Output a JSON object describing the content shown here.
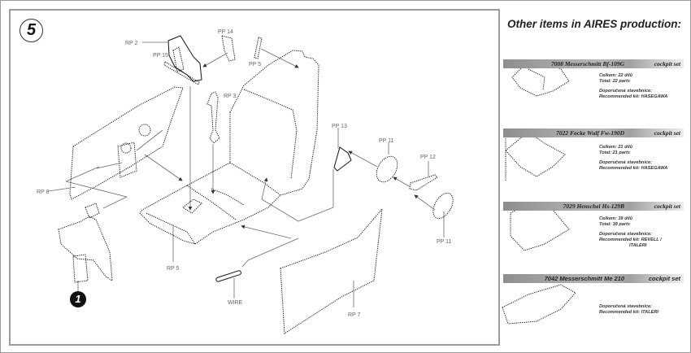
{
  "document": {
    "step_number": "5",
    "callout_number": "1",
    "part_labels": {
      "rp2": "RP 2",
      "pp15": "PP 15",
      "pp14": "PP 14",
      "pp5": "PP 5",
      "rp3": "RP 3",
      "rp8": "RP 8",
      "rp5": "RP 5",
      "pp13": "PP 13",
      "pp11_top": "PP 11",
      "pp12": "PP 12",
      "pp11_bottom": "PP 11",
      "wire": "WIRE",
      "rp7": "RP 7"
    }
  },
  "sidebar": {
    "title": "Other items in AIRES production:",
    "products": [
      {
        "code_title": "7008   Messerschmitt Bf-109G",
        "kind": "cockpit set",
        "lines": [
          "Celkem: 22 dílů",
          "Total: 22 parts",
          "",
          "Doporučená stavebnice:",
          "Recommended kit:  HASEGAWA"
        ]
      },
      {
        "code_title": "7022   Focke Wulf Fw-190D",
        "kind": "cockpit set",
        "lines": [
          "Celkem: 21 dílů",
          "Total:  21 parts",
          "",
          "Doporučená stavebnice:",
          "Recommended kit:  HASEGAWA"
        ]
      },
      {
        "code_title": "7029   Henschel Hs-129B",
        "kind": "cockpit set",
        "lines": [
          "Celkem: 39 dílů",
          "Total: 39 parts",
          "",
          "Doporučená stavebnice:",
          "Recommended kit: REVELL /",
          "                           ITALERI"
        ]
      },
      {
        "code_title": "7042   Messerschmitt Me 210",
        "kind": "cockpit set",
        "lines": [
          "Doporučená stavebnice:",
          "Recommended kit: ITALERI"
        ]
      }
    ]
  }
}
